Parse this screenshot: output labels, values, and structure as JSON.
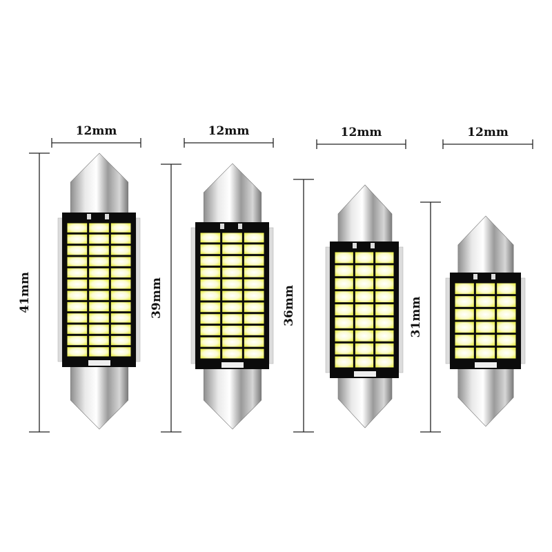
{
  "bulbs": [
    {
      "width_label": "12mm",
      "length_label": "41mm",
      "led_rows": 12
    },
    {
      "width_label": "12mm",
      "length_label": "39mm",
      "led_rows": 11
    },
    {
      "width_label": "12mm",
      "length_label": "36mm",
      "led_rows": 9
    },
    {
      "width_label": "12mm",
      "length_label": "31mm",
      "led_rows": 6
    }
  ],
  "led_columns": 3,
  "colors": {
    "led": "#fbfbd2",
    "led_glow": "#f2f55a",
    "board": "#0b0b0b",
    "metal": "#c8c8c8",
    "dimension_line": "#222222"
  }
}
